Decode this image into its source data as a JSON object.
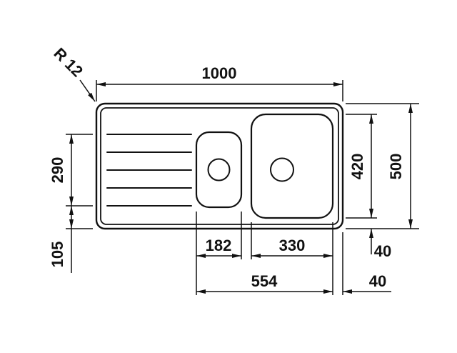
{
  "diagram": {
    "type": "technical-drawing",
    "subject": "Kitchen sink top view with drainboard, small bowl and main bowl, annotated with dimension lines",
    "line_color": "#111111",
    "background_color": "#ffffff",
    "dimensions": {
      "overall_width": "1000",
      "overall_height": "500",
      "bowl_height": "420",
      "drainboard_height": "290",
      "drainboard_bottom_offset": "105",
      "small_bowl_width": "182",
      "main_bowl_width": "330",
      "bowls_total_width": "554",
      "bottom_rim": "40",
      "right_rim": "40",
      "corner_radius": "R 12"
    }
  }
}
